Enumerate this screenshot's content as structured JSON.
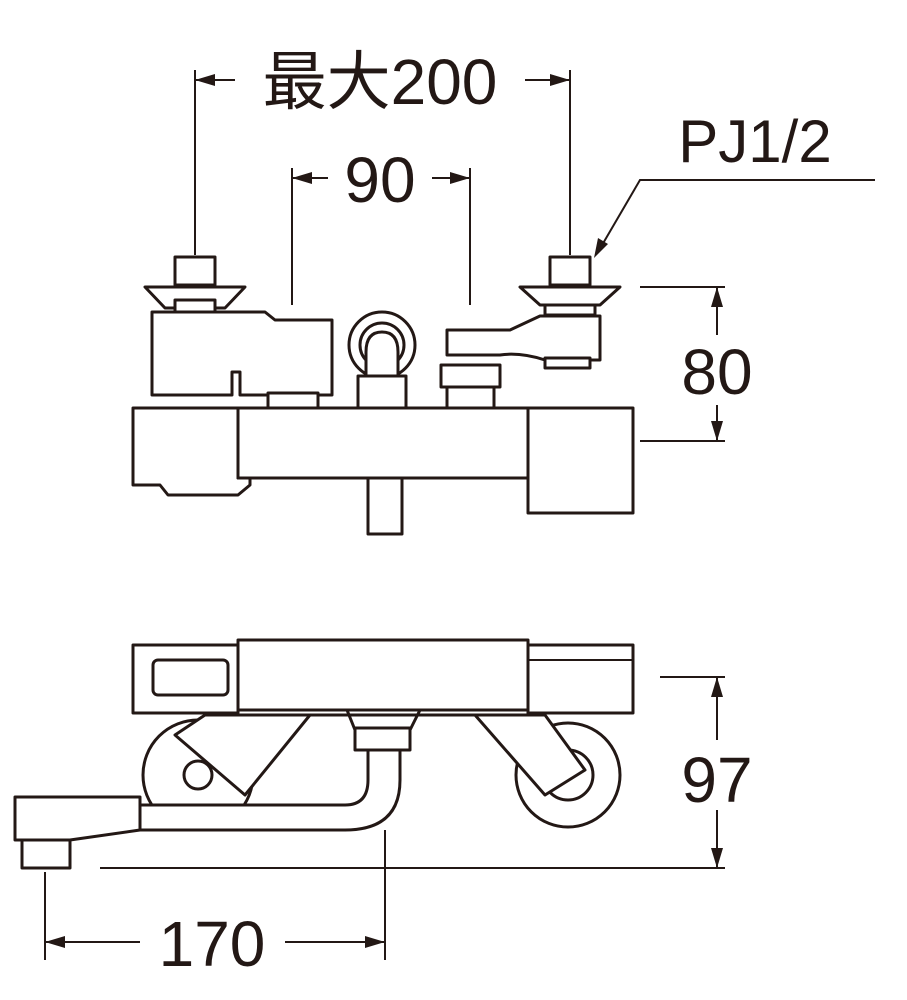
{
  "dimensions": {
    "max_width": "最大200",
    "center_spacing": "90",
    "thread": "PJ1/2",
    "height_top": "80",
    "depth": "97",
    "spout_reach": "170"
  },
  "colors": {
    "line": "#231815",
    "background": "#ffffff"
  }
}
